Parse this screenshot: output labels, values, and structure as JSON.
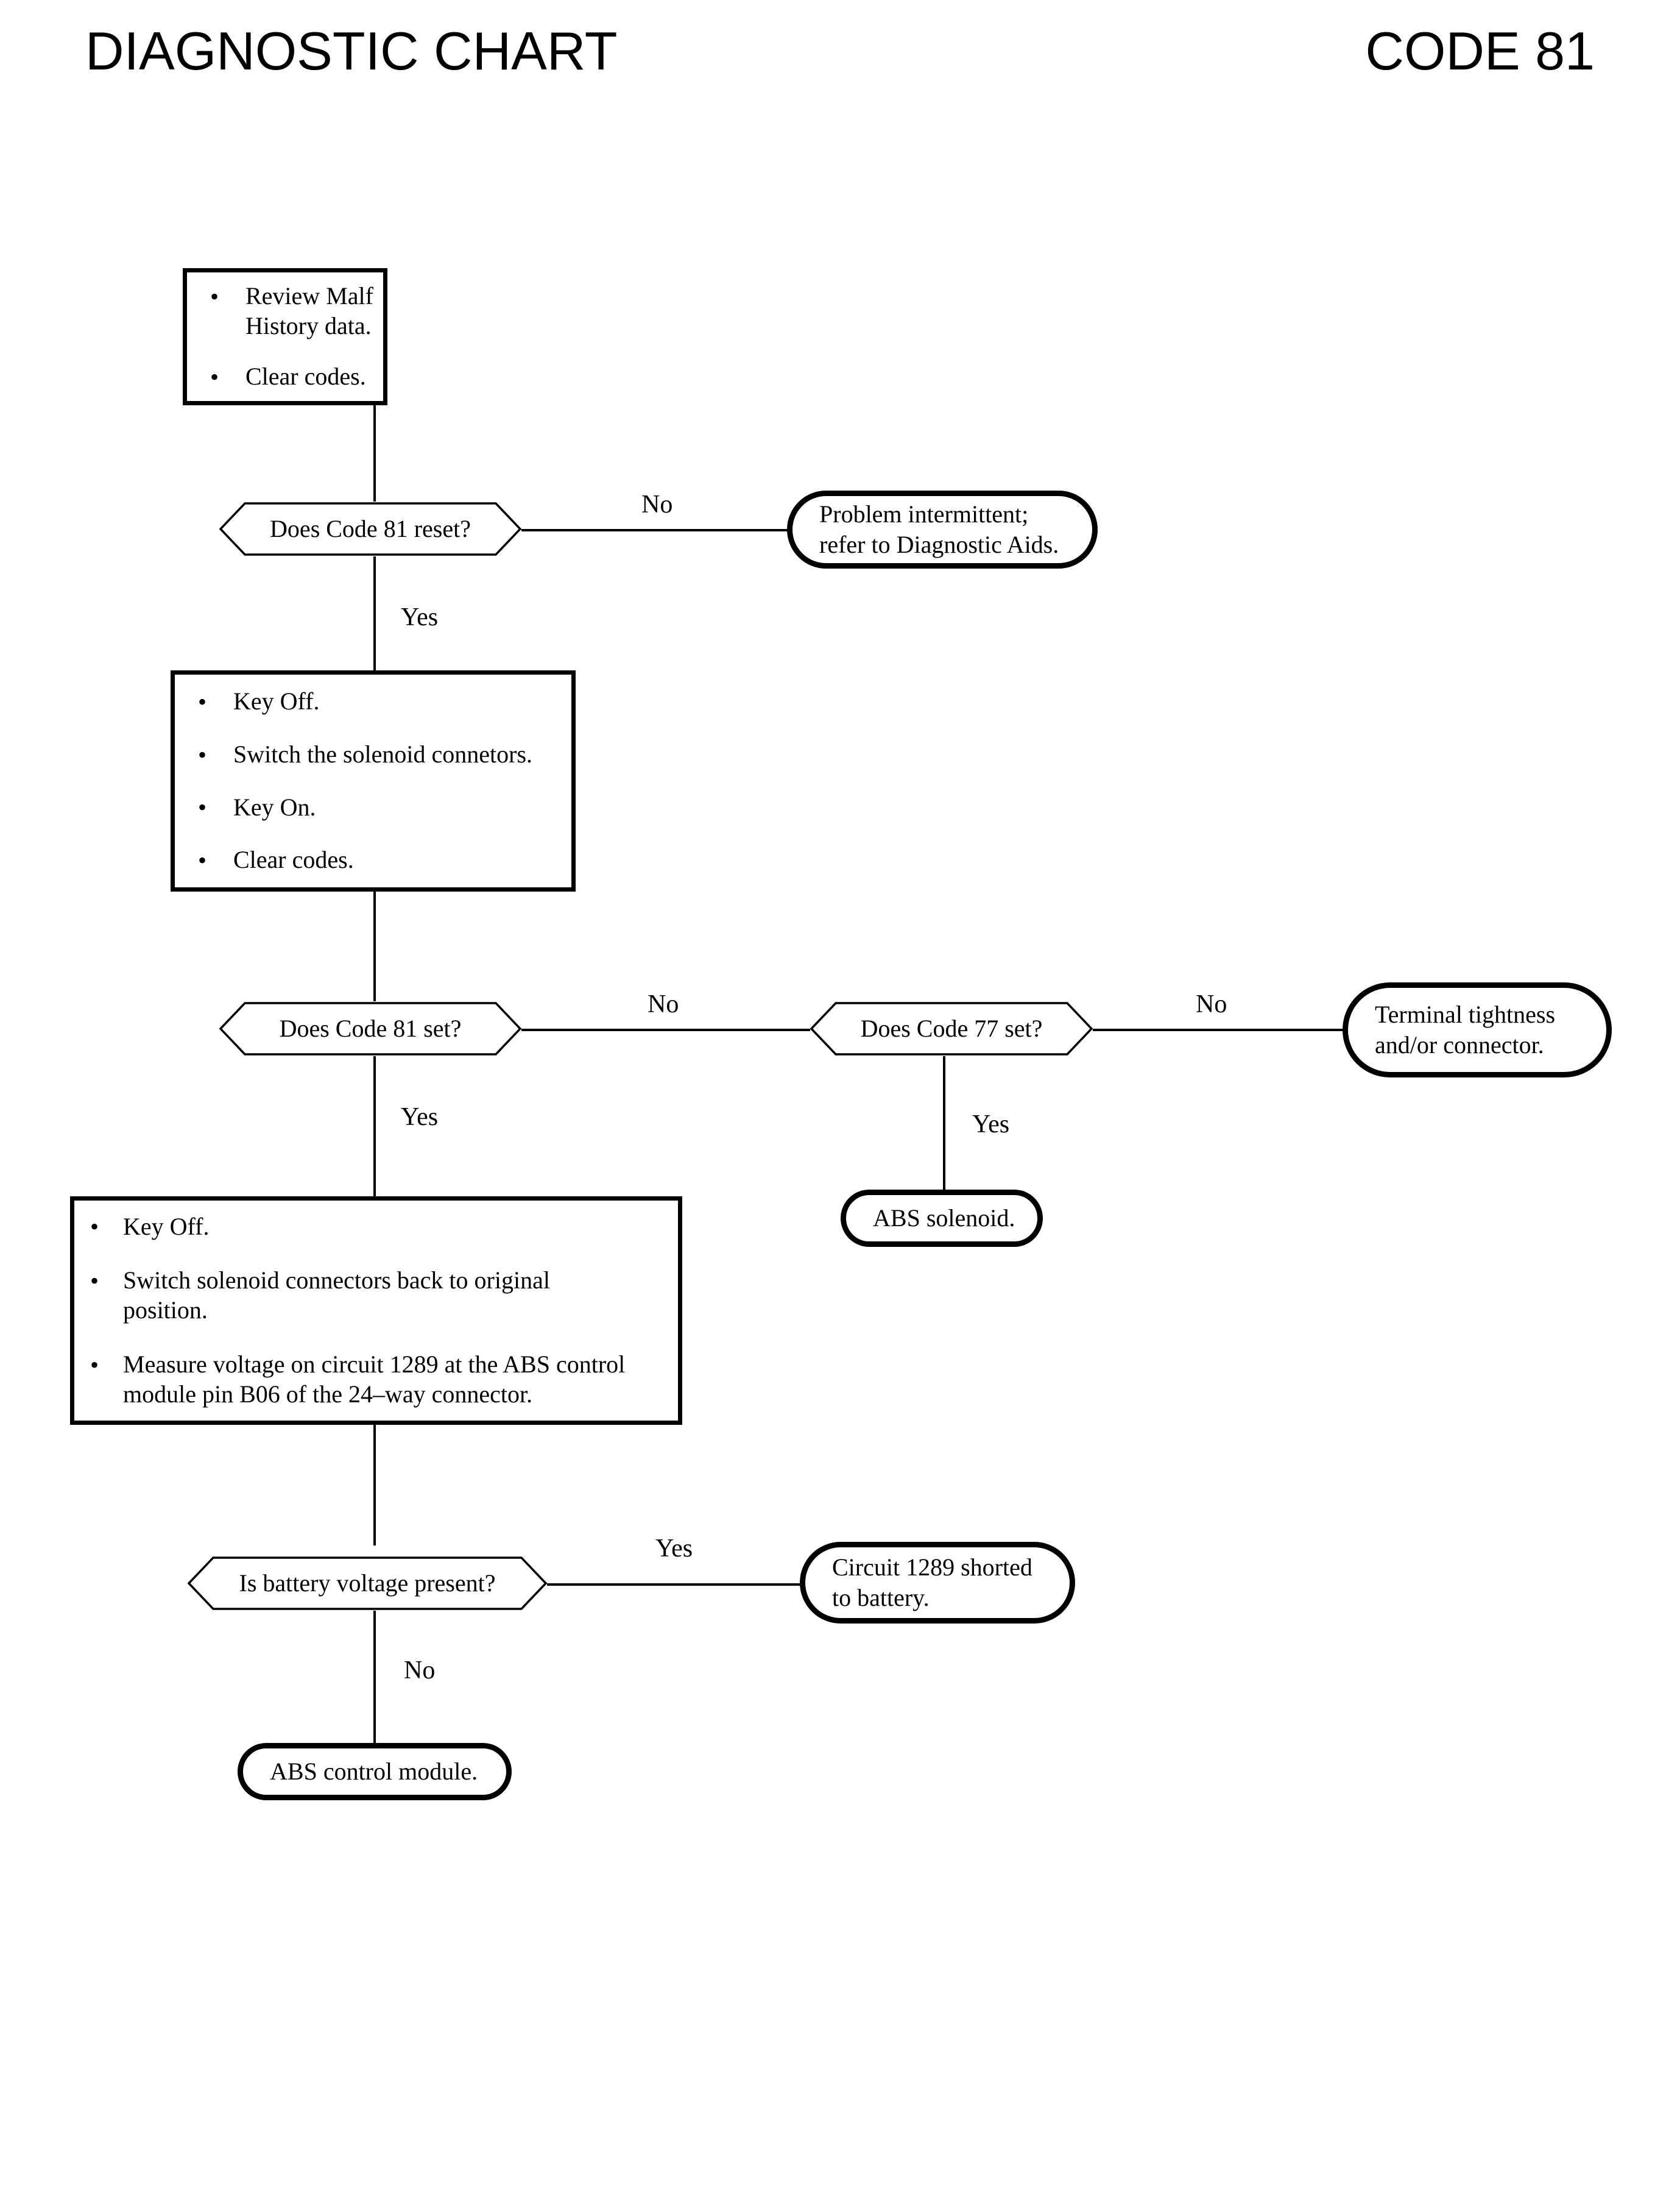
{
  "header": {
    "left_title": "DIAGNOSTIC CHART",
    "right_title": "CODE 81"
  },
  "flowchart": {
    "type": "diagram",
    "diagram_kind": "flowchart",
    "bullet_glyph": "•",
    "nodes": [
      {
        "id": "step1",
        "shape": "process",
        "items": [
          "Review Malf History data.",
          "Clear codes."
        ]
      },
      {
        "id": "dec1",
        "shape": "decision",
        "label": "Does Code 81 reset?"
      },
      {
        "id": "term1",
        "shape": "terminal",
        "lines": [
          "Problem intermittent;",
          "refer to Diagnostic Aids."
        ]
      },
      {
        "id": "step2",
        "shape": "process",
        "items": [
          "Key Off.",
          "Switch the solenoid connetors.",
          "Key On.",
          "Clear codes."
        ]
      },
      {
        "id": "dec2",
        "shape": "decision",
        "label": "Does Code 81 set?"
      },
      {
        "id": "dec3",
        "shape": "decision",
        "label": "Does Code 77 set?"
      },
      {
        "id": "term2",
        "shape": "terminal",
        "lines": [
          "Terminal tightness",
          "and/or connector."
        ]
      },
      {
        "id": "term3",
        "shape": "terminal",
        "lines": [
          "ABS solenoid."
        ]
      },
      {
        "id": "step3",
        "shape": "process",
        "items": [
          "Key Off.",
          "Switch solenoid connectors back to original position.",
          "Measure voltage on circuit 1289 at the ABS control module pin B06 of the 24–way connector."
        ]
      },
      {
        "id": "dec4",
        "shape": "decision",
        "label": "Is battery voltage present?"
      },
      {
        "id": "term4",
        "shape": "terminal",
        "lines": [
          "Circuit 1289 shorted",
          "to battery."
        ]
      },
      {
        "id": "term5",
        "shape": "terminal",
        "lines": [
          "ABS control module."
        ]
      }
    ],
    "edges": [
      {
        "id": "e1",
        "from": "step1",
        "to": "dec1",
        "label": ""
      },
      {
        "id": "e2",
        "from": "dec1",
        "to": "term1",
        "label": "No"
      },
      {
        "id": "e3",
        "from": "dec1",
        "to": "step2",
        "label": "Yes"
      },
      {
        "id": "e4",
        "from": "step2",
        "to": "dec2",
        "label": ""
      },
      {
        "id": "e5",
        "from": "dec2",
        "to": "dec3",
        "label": "No"
      },
      {
        "id": "e6",
        "from": "dec3",
        "to": "term2",
        "label": "No"
      },
      {
        "id": "e7",
        "from": "dec3",
        "to": "term3",
        "label": "Yes"
      },
      {
        "id": "e8",
        "from": "dec2",
        "to": "step3",
        "label": "Yes"
      },
      {
        "id": "e9",
        "from": "step3",
        "to": "dec4",
        "label": ""
      },
      {
        "id": "e10",
        "from": "dec4",
        "to": "term4",
        "label": "Yes"
      },
      {
        "id": "e11",
        "from": "dec4",
        "to": "term5",
        "label": "No"
      }
    ]
  }
}
